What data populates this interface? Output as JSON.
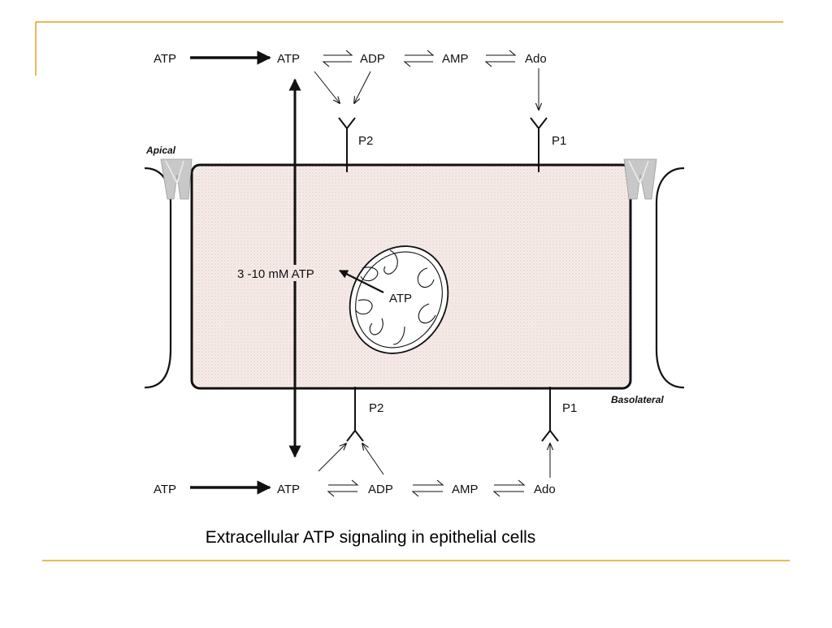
{
  "colors": {
    "accent": "#e0a020",
    "cell_fill": "#f6ece9",
    "ink": "#111111"
  },
  "diagram": {
    "apical_label": "Apical",
    "basolateral_label": "Basolateral",
    "top_row": [
      "ATP",
      "ATP",
      "ADP",
      "AMP",
      "Ado"
    ],
    "bottom_row": [
      "ATP",
      "ATP",
      "ADP",
      "AMP",
      "Ado"
    ],
    "receptors": {
      "top_p2": "P2",
      "top_p1": "P1",
      "bottom_p2": "P2",
      "bottom_p1": "P1"
    },
    "intracellular_label": "3 -10 mM ATP",
    "mitochondrion_label": "ATP"
  },
  "caption": "Extracellular ATP signaling in epithelial cells"
}
